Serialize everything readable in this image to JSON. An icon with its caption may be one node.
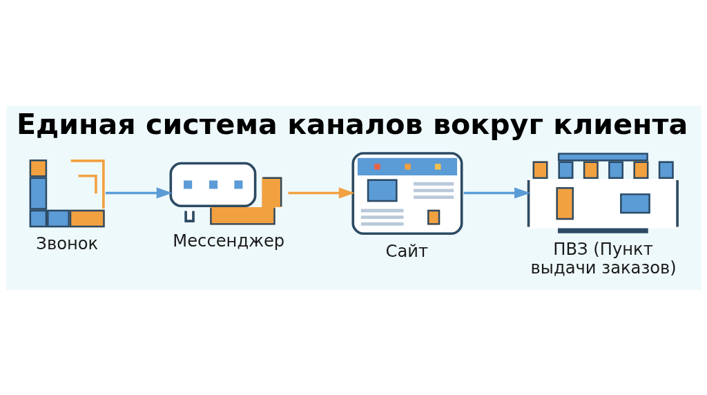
{
  "diagram": {
    "title": "Единая система каналов вокруг клиента",
    "nodes": [
      {
        "text": [],
        "shape": "picture",
        "beside": [
          "Звонок"
        ]
      },
      {
        "text": [],
        "shape": "picture",
        "beside": [
          "Мессенджер"
        ]
      },
      {
        "text": [],
        "shape": "picture",
        "beside": [
          "Сайт"
        ]
      },
      {
        "text": [],
        "shape": "picture",
        "beside": [
          "ПВЗ (Пункт выдачи заказов)"
        ]
      }
    ],
    "edges": [
      {
        "from": 0,
        "to": 1,
        "arrow": "to"
      },
      {
        "from": 1,
        "to": 2,
        "arrow": "to",
        "color": "#f2a141"
      },
      {
        "from": 2,
        "to": 3,
        "arrow": "to"
      }
    ]
  }
}
